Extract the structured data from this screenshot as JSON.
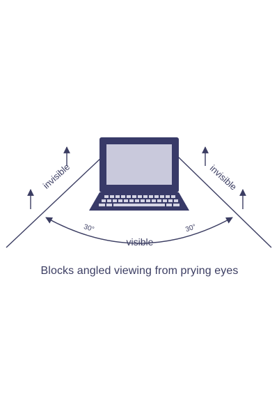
{
  "diagram": {
    "label_invisible_left": "invisible",
    "label_invisible_right": "invisible",
    "label_visible": "visible",
    "angle_left": "30°",
    "angle_right": "30°",
    "caption": "Blocks angled viewing from prying eyes",
    "colors": {
      "ink": "#3b3d62",
      "laptop_body": "#383a68",
      "screen": "#c9c9dc",
      "keys": "#d5d5e4",
      "background": "#ffffff"
    },
    "icons": [
      "laptop-icon",
      "arrow-up-icon"
    ]
  }
}
